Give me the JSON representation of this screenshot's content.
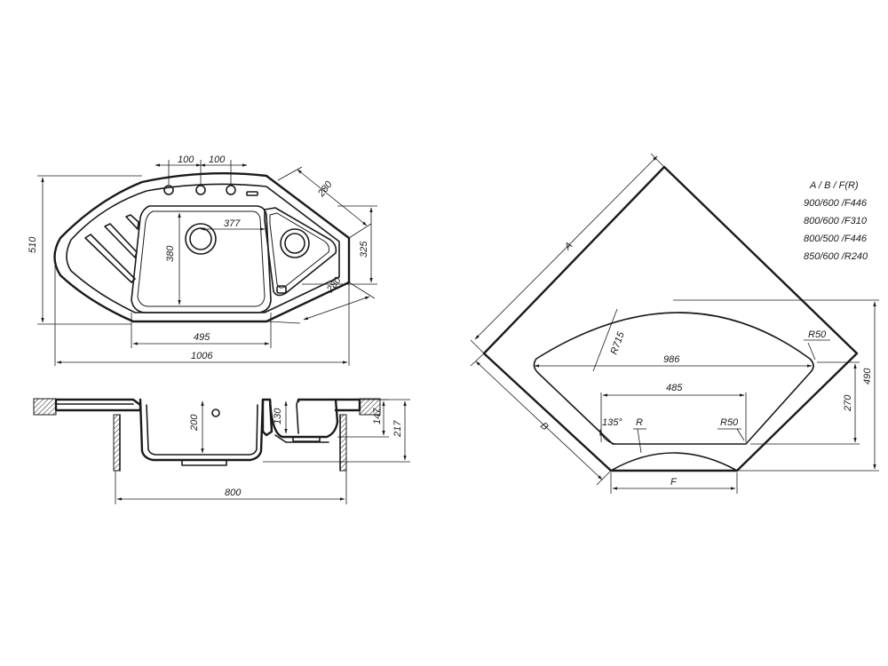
{
  "top_view": {
    "dimensions": {
      "hole_spacing_1": "100",
      "hole_spacing_2": "100",
      "depth_total": "510",
      "bowl_width": "377",
      "bowl_depth": "380",
      "side_280_top": "280",
      "side_280_bottom": "280",
      "small_bowl_325": "325",
      "inner_495": "495",
      "overall_1006": "1006"
    }
  },
  "section_view": {
    "dimensions": {
      "depth_200": "200",
      "depth_130": "130",
      "height_147": "147",
      "height_217": "217",
      "cabinet_800": "800"
    }
  },
  "cutout_view": {
    "labels": {
      "a": "A",
      "b": "B",
      "r715": "R715",
      "r50_top": "R50",
      "r50_bottom": "R50",
      "d986": "986",
      "d485": "485",
      "angle": "135°",
      "r": "R",
      "f": "F",
      "d490": "490",
      "d270": "270"
    },
    "table": {
      "header": "A  /  B  /  F(R)",
      "rows": [
        "900/600 /F446",
        "800/600 /F310",
        "800/500 /F446",
        "850/600 /R240"
      ]
    }
  }
}
